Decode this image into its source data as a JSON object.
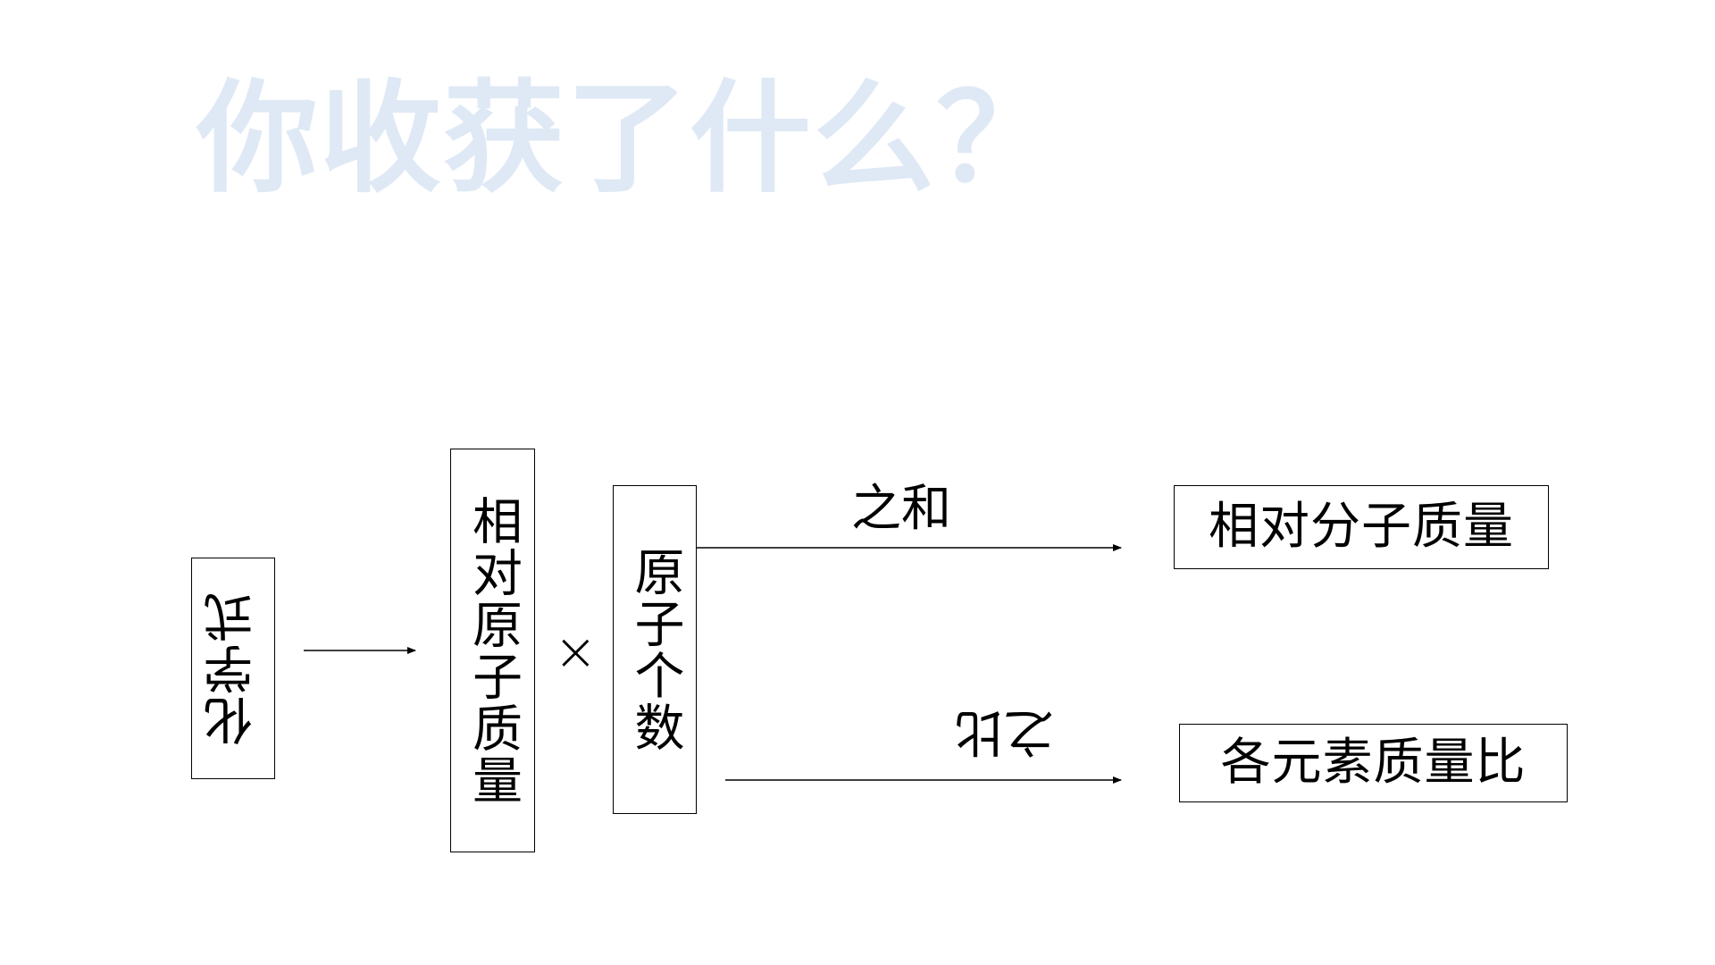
{
  "slide": {
    "title": "你收获了什么？"
  },
  "diagram": {
    "start_box": "化学式",
    "atomic_mass_box": "相对原子质量",
    "multiply_symbol": "×",
    "atom_count_box": "原子个数",
    "sum_label": "之和",
    "ratio_label": "之比",
    "molecular_mass_box": "相对分子质量",
    "element_ratio_box": "各元素质量比"
  }
}
